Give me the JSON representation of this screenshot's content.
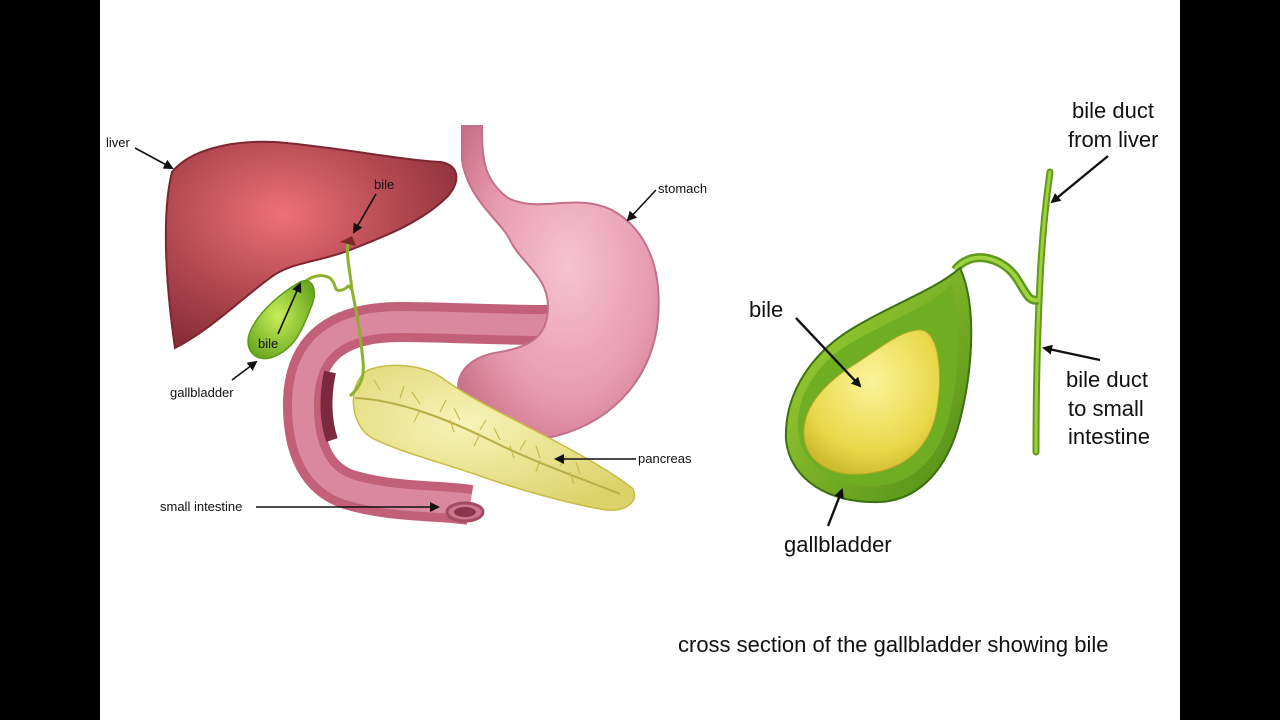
{
  "left_diagram": {
    "labels": {
      "liver": "liver",
      "bile": "bile",
      "stomach": "stomach",
      "gallbladder_bile": "bile",
      "gallbladder": "gallbladder",
      "pancreas": "pancreas",
      "small_intestine": "small intestine"
    }
  },
  "right_diagram": {
    "labels": {
      "bile_duct_from_liver_line1": "bile duct",
      "bile_duct_from_liver_line2": "from liver",
      "bile": "bile",
      "bile_duct_to_intestine_line1": "bile duct",
      "bile_duct_to_intestine_line2": "to small",
      "bile_duct_to_intestine_line3": "intestine",
      "gallbladder": "gallbladder"
    },
    "caption": "cross section of the gallbladder showing bile"
  },
  "colors": {
    "liver": "#a8424c",
    "liver_highlight": "#e56a72",
    "stomach": "#e89aae",
    "intestine": "#c9607a",
    "pancreas": "#ece58a",
    "gallbladder": "#8cc43a",
    "bile": "#e8dc5a",
    "duct": "#6a9a2a"
  }
}
